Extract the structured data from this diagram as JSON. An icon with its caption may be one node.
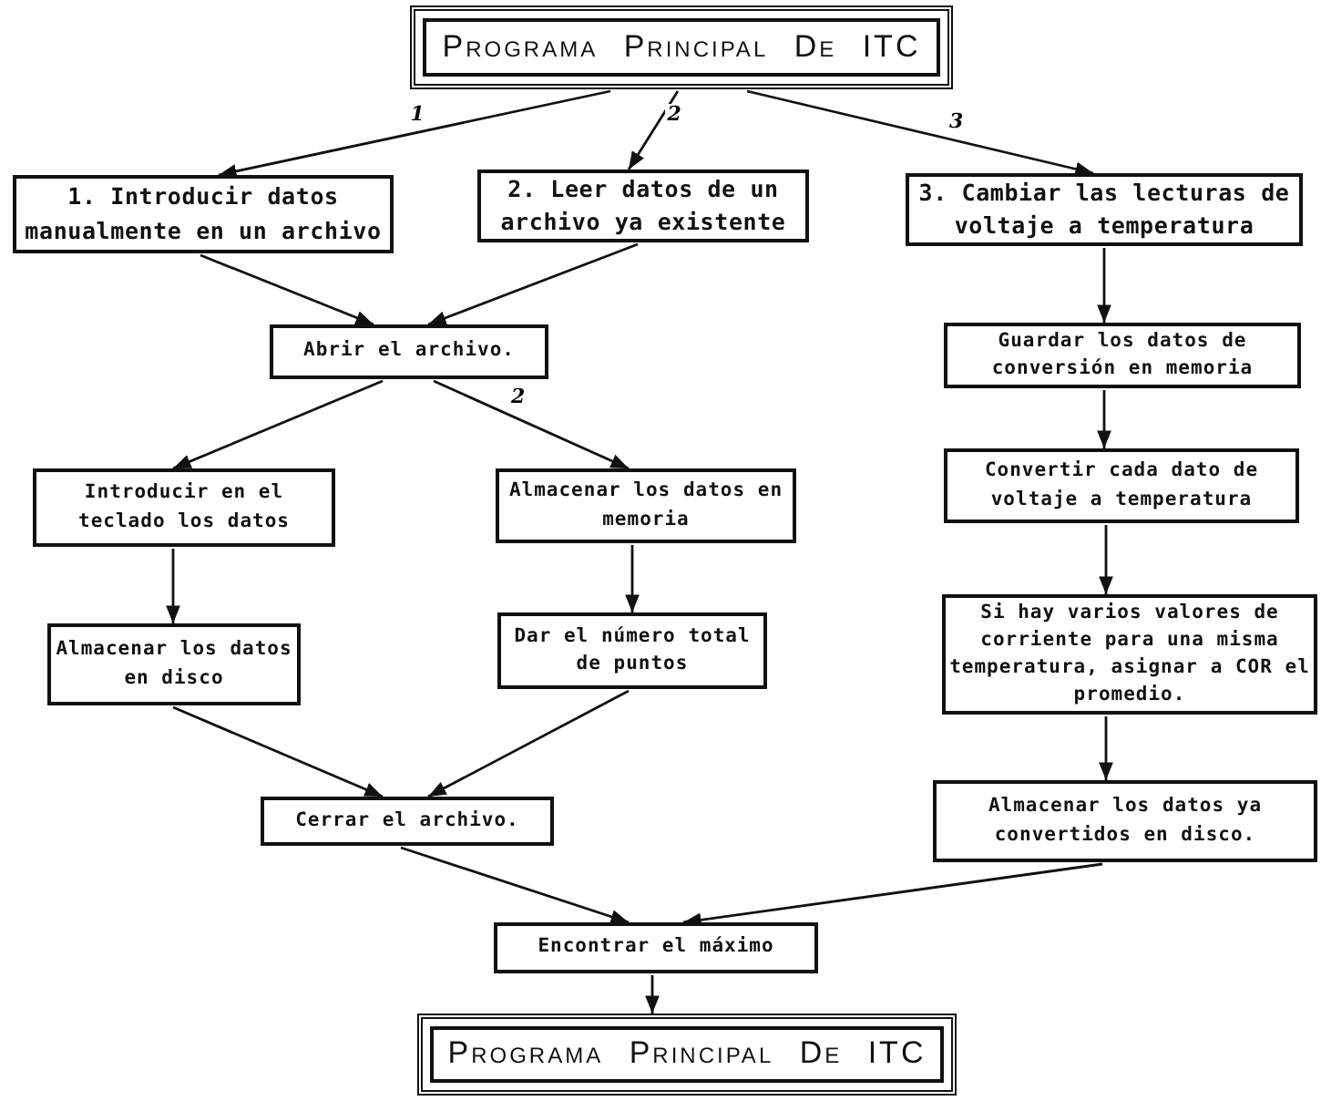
{
  "diagram": {
    "nodes": [
      {
        "text": [
          "Programa Principal De ITC"
        ]
      },
      {
        "text": [
          "1. Introducir datos manualmente en un archivo"
        ]
      },
      {
        "text": [
          "2. Leer datos de un archivo ya existente"
        ]
      },
      {
        "text": [
          "3. Cambiar las lecturas de voltaje a temperatura"
        ]
      },
      {
        "text": [
          "Abrir el archivo."
        ]
      },
      {
        "text": [
          "Introducir en el teclado los datos"
        ]
      },
      {
        "text": [
          "Almacenar los datos en memoria"
        ]
      },
      {
        "text": [
          "Almacenar los datos en disco"
        ]
      },
      {
        "text": [
          "Dar el número total de puntos"
        ]
      },
      {
        "text": [
          "Cerrar el archivo."
        ]
      },
      {
        "text": [
          "Guardar los datos de conversión en memoria"
        ]
      },
      {
        "text": [
          "Convertir cada dato de voltaje a temperatura"
        ]
      },
      {
        "text": [
          "Si hay varios valores de corriente para una misma temperatura, asignar a COR el promedio."
        ]
      },
      {
        "text": [
          "Almacenar los datos ya convertidos en disco."
        ]
      },
      {
        "text": [
          "Encontrar el máximo"
        ]
      },
      {
        "text": [
          "Programa Principal De ITC"
        ]
      }
    ],
    "edges": [
      {
        "from": 0,
        "to": 1,
        "arrow": "to",
        "label": "1"
      },
      {
        "from": 0,
        "to": 2,
        "arrow": "to",
        "label": "2"
      },
      {
        "from": 0,
        "to": 3,
        "arrow": "to",
        "label": "3"
      },
      {
        "from": 1,
        "to": 4,
        "arrow": "to"
      },
      {
        "from": 2,
        "to": 4,
        "arrow": "to"
      },
      {
        "from": 4,
        "to": 5,
        "arrow": "to"
      },
      {
        "from": 4,
        "to": 6,
        "arrow": "to",
        "label": "2"
      },
      {
        "from": 5,
        "to": 7,
        "arrow": "to"
      },
      {
        "from": 6,
        "to": 8,
        "arrow": "to"
      },
      {
        "from": 7,
        "to": 9,
        "arrow": "to"
      },
      {
        "from": 8,
        "to": 9,
        "arrow": "to"
      },
      {
        "from": 3,
        "to": 10,
        "arrow": "to"
      },
      {
        "from": 10,
        "to": 11,
        "arrow": "to"
      },
      {
        "from": 11,
        "to": 12,
        "arrow": "to"
      },
      {
        "from": 12,
        "to": 13,
        "arrow": "to"
      },
      {
        "from": 9,
        "to": 14,
        "arrow": "to"
      },
      {
        "from": 13,
        "to": 14,
        "arrow": "to"
      },
      {
        "from": 14,
        "to": 15,
        "arrow": "to"
      }
    ]
  }
}
